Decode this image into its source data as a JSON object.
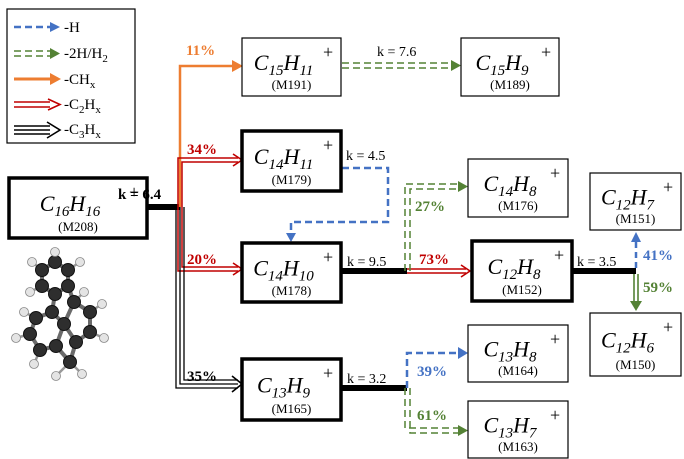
{
  "colors": {
    "blue": "#4472C4",
    "green": "#548235",
    "orange": "#ED7D31",
    "red": "#C00000",
    "black": "#000000"
  },
  "legend": [
    {
      "key": "H",
      "style": "blue-dashed",
      "prefix": "-H",
      "sub": "",
      "suffix": ""
    },
    {
      "key": "2H",
      "style": "green-double-dashed",
      "prefix": "-2H/H",
      "sub": "2",
      "suffix": ""
    },
    {
      "key": "CH",
      "style": "orange-solid",
      "prefix": "-CH",
      "sub": "x",
      "suffix": ""
    },
    {
      "key": "C2H",
      "style": "red-double",
      "prefix": "-C",
      "sub": "2",
      "suffix": "H",
      "sub2": "x"
    },
    {
      "key": "C3H",
      "style": "black-triple",
      "prefix": "-C",
      "sub": "3",
      "suffix": "H",
      "sub2": "x"
    }
  ],
  "nodes": {
    "m208": {
      "c": "16",
      "h": "16",
      "mass": "(M208)"
    },
    "m191": {
      "c": "15",
      "h": "11",
      "mass": "(M191)"
    },
    "m189": {
      "c": "15",
      "h": "9",
      "mass": "(M189)"
    },
    "m179": {
      "c": "14",
      "h": "11",
      "mass": "(M179)"
    },
    "m178": {
      "c": "14",
      "h": "10",
      "mass": "(M178)"
    },
    "m176": {
      "c": "14",
      "h": "8",
      "mass": "(M176)"
    },
    "m152": {
      "c": "12",
      "h": "8",
      "mass": "(M152)"
    },
    "m151": {
      "c": "12",
      "h": "7",
      "mass": "(M151)"
    },
    "m150": {
      "c": "12",
      "h": "6",
      "mass": "(M150)"
    },
    "m165": {
      "c": "13",
      "h": "9",
      "mass": "(M165)"
    },
    "m164": {
      "c": "13",
      "h": "8",
      "mass": "(M164)"
    },
    "m163": {
      "c": "13",
      "h": "7",
      "mass": "(M163)"
    }
  },
  "labels": {
    "k208": "k = 6.4",
    "k179": "k = 4.5",
    "k191": "k = 7.6",
    "k178": "k = 9.5",
    "k152": "k = 3.5",
    "k165": "k = 3.2",
    "p11": "11%",
    "p34": "34%",
    "p20": "20%",
    "p35": "35%",
    "p27": "27%",
    "p73": "73%",
    "p41": "41%",
    "p59": "59%",
    "p39": "39%",
    "p61": "61%"
  }
}
